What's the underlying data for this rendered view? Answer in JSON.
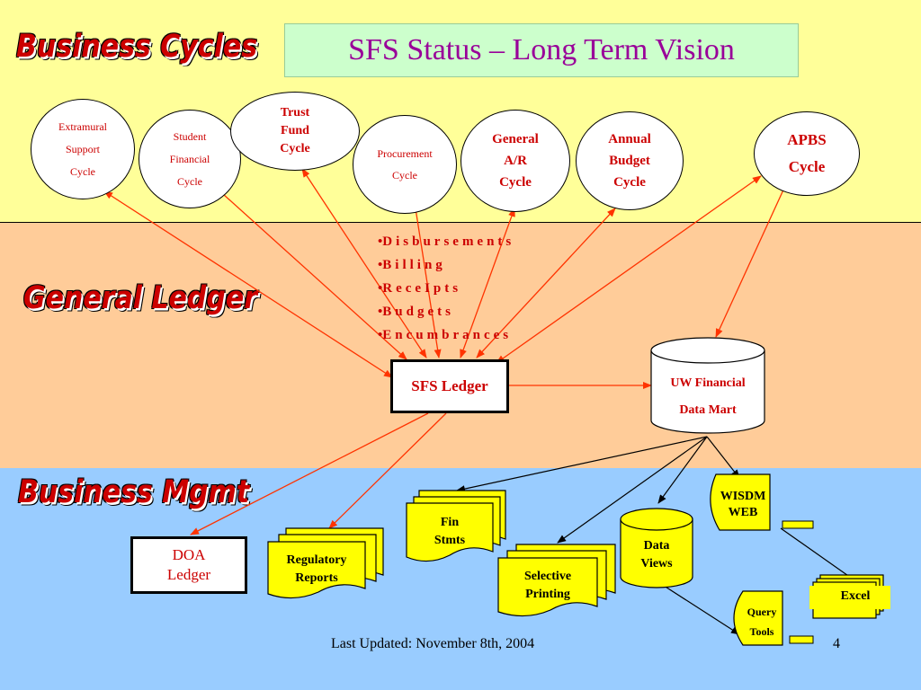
{
  "slide": {
    "title": "SFS Status – Long Term Vision",
    "footer_text": "Last Updated:  November 8th, 2004",
    "page_number": "4"
  },
  "sections": {
    "business_cycles": "Business Cycles",
    "general_ledger": "General Ledger",
    "business_mgmt": "Business Mgmt"
  },
  "colors": {
    "top_band": "#ffff99",
    "middle_band": "#ffcc99",
    "bottom_band": "#99ccff",
    "title_text": "#990099",
    "accent_red": "#cc0000",
    "document_fill": "#ffff00"
  },
  "cycles": {
    "extramural": "Extramural\nSupport\nCycle",
    "student_financial": "Student\nFinancial\nCycle",
    "trust_fund": "Trust\nFund\nCycle",
    "procurement": "Procurement\nCycle",
    "general_ar": "General\nA/R\nCycle",
    "annual_budget": "Annual\nBudget\nCycle",
    "apbs": "APBS\nCycle"
  },
  "ledger_activities": [
    "Disbursements",
    "Billing",
    "ReceIpts",
    "Budgets",
    "Encumbrances"
  ],
  "nodes": {
    "sfs_ledger": "SFS Ledger",
    "uw_financial_data_mart": "UW Financial\nData Mart",
    "doa_ledger": "DOA\nLedger",
    "regulatory_reports": "Regulatory\nReports",
    "fin_stmts": "Fin\nStmts",
    "selective_printing": "Selective\nPrinting",
    "data_views": "Data\nViews",
    "wisdm_web": "WISDM\nWEB",
    "query_tools": "Query\nTools",
    "excel": "Excel"
  }
}
